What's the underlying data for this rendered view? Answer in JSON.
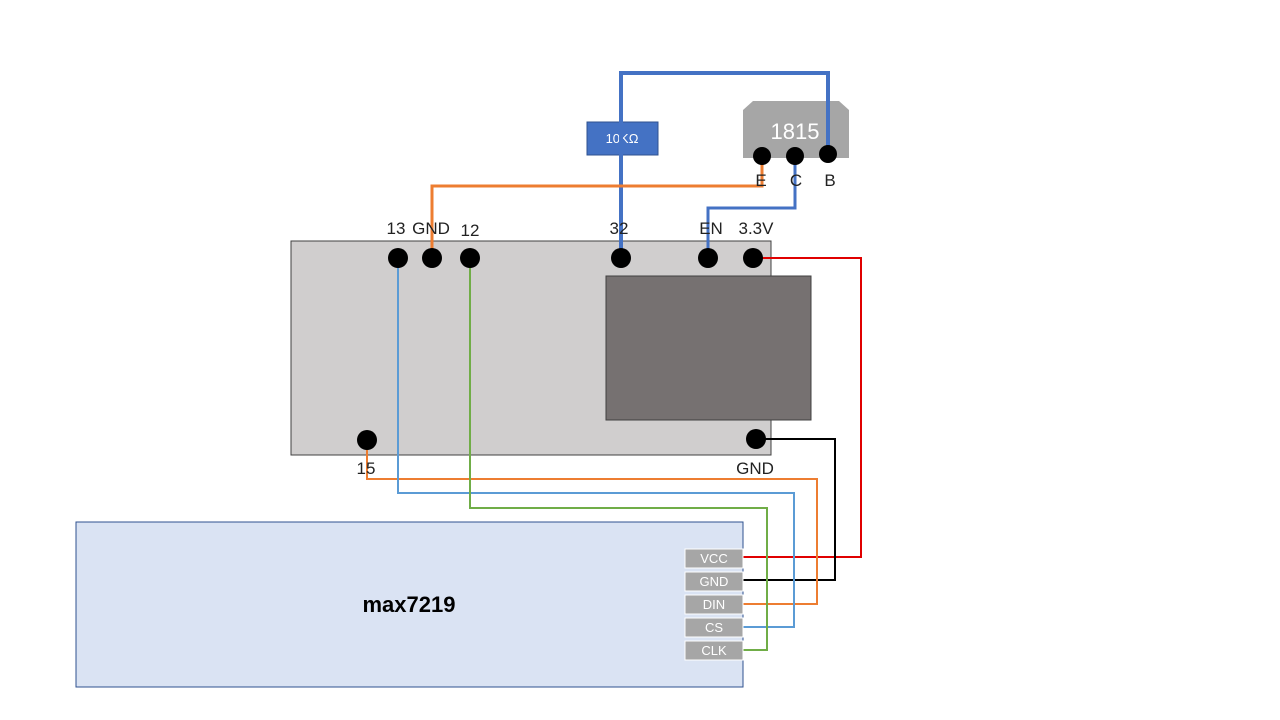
{
  "colors": {
    "background": "#ffffff",
    "board": "#d0cece",
    "module": "#767171",
    "max_module": "#dae3f3",
    "max_border": "#2f528f",
    "transistor": "#a6a6a6",
    "resistor": "#4472c4",
    "header_pin": "#a6a6a6",
    "wire_blue": "#4472c4",
    "wire_orange": "#ed7d31",
    "wire_red": "#e00000",
    "wire_black": "#000000",
    "wire_lightblue": "#5b9bd5",
    "wire_green": "#70ad47",
    "pin_dot": "#000000"
  },
  "transistor": {
    "label": "1815",
    "pins": [
      "E",
      "C",
      "B"
    ]
  },
  "resistor": {
    "label": "10KΩ"
  },
  "board": {
    "top_pins": [
      "13",
      "GND",
      "12",
      "32",
      "EN",
      "3.3V"
    ],
    "bottom_pins": [
      "15",
      "GND"
    ]
  },
  "max7219": {
    "label": "max7219",
    "header": [
      "VCC",
      "GND",
      "DIN",
      "CS",
      "CLK"
    ]
  }
}
